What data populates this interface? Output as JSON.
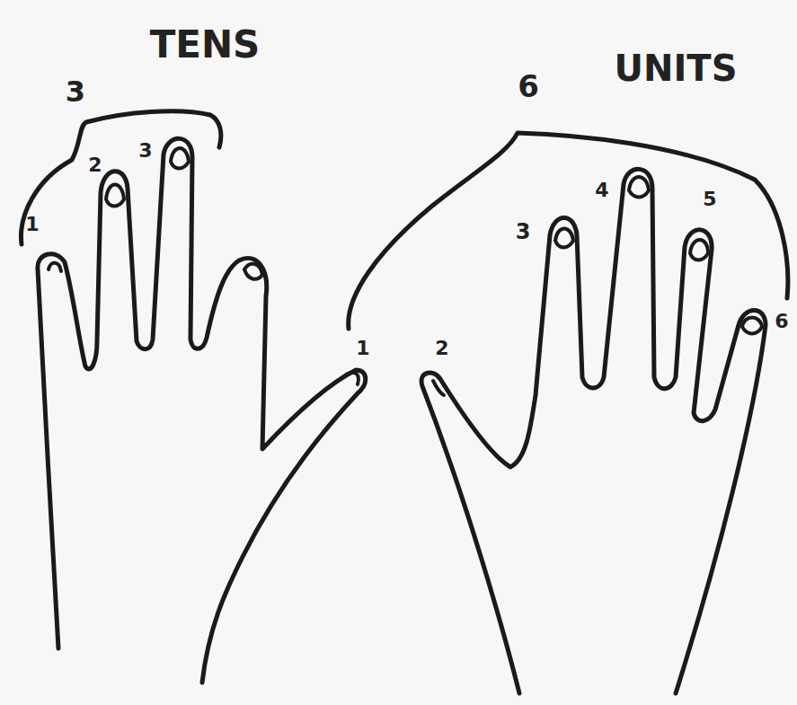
{
  "diagram": {
    "labels": [
      "TENS",
      "3",
      "1",
      "2",
      "3",
      "6",
      "UNITS",
      "1",
      "2",
      "3",
      "4",
      "5",
      "6"
    ]
  }
}
